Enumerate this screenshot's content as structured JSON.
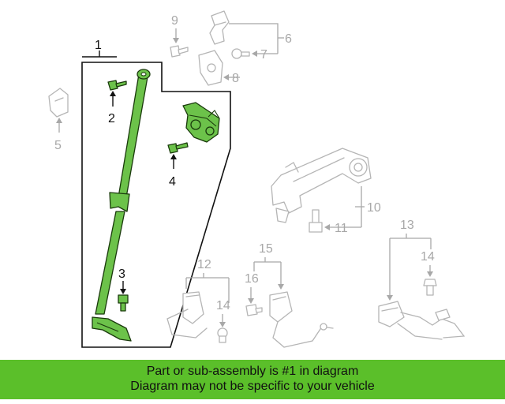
{
  "callouts": {
    "c1": "1",
    "c2": "2",
    "c3": "3",
    "c4": "4",
    "c5": "5",
    "c6": "6",
    "c7": "7",
    "c8": "8",
    "c9": "9",
    "c10": "10",
    "c11": "11",
    "c12": "12",
    "c13": "13",
    "c14a": "14",
    "c14b": "14",
    "c15": "15",
    "c16": "16"
  },
  "footer": {
    "line1": "Part or sub-assembly is #1 in diagram",
    "line2": "Diagram may not be specific to your vehicle"
  },
  "colors": {
    "highlight_green": "#6cc24a",
    "footer_bg": "#5bbf2a",
    "ghost_gray": "#b5b5b5"
  }
}
